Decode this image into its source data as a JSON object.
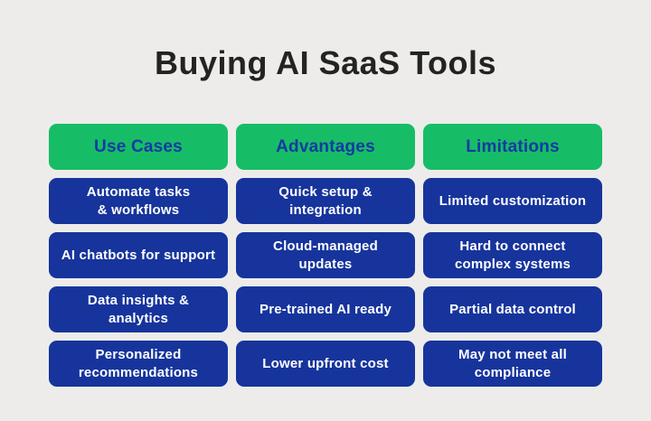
{
  "title": "Buying AI SaaS Tools",
  "colors": {
    "background": "#EDECEA",
    "header_bg": "#16BD66",
    "header_text": "#1539A4",
    "cell_bg": "#16349C",
    "cell_text": "#FFFFFF",
    "title_text": "#232323"
  },
  "columns": [
    {
      "header": "Use Cases",
      "items": [
        "Automate tasks\n& workflows",
        "AI chatbots for support",
        "Data insights & analytics",
        "Personalized\nrecommendations"
      ]
    },
    {
      "header": "Advantages",
      "items": [
        "Quick setup &\nintegration",
        "Cloud-managed\nupdates",
        "Pre-trained AI ready",
        "Lower upfront cost"
      ]
    },
    {
      "header": "Limitations",
      "items": [
        "Limited customization",
        "Hard to connect\ncomplex systems",
        "Partial data control",
        "May not meet all\ncompliance"
      ]
    }
  ]
}
